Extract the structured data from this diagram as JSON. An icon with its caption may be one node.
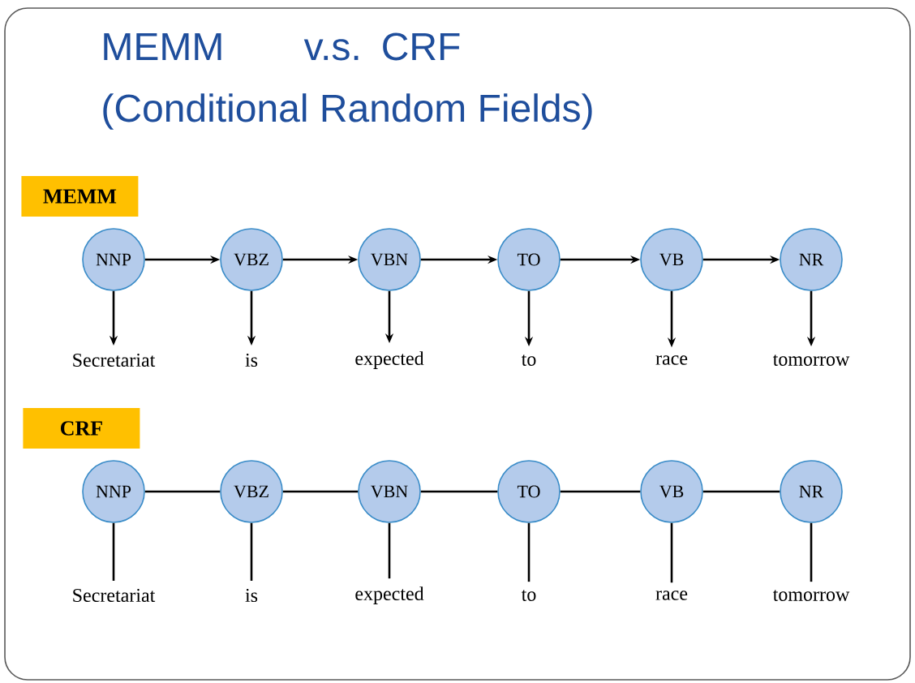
{
  "diagram": {
    "title": "MEMM v.s. CRF (Conditional Random Fields)",
    "nodes": [
      {
        "text": [
          "MEMM"
        ]
      },
      {
        "text": [
          "NNP"
        ]
      },
      {
        "text": [
          "VBZ"
        ]
      },
      {
        "text": [
          "VBN"
        ]
      },
      {
        "text": [
          "TO"
        ]
      },
      {
        "text": [
          "VB"
        ]
      },
      {
        "text": [
          "NR"
        ]
      },
      {
        "text": [
          "Secretariat"
        ]
      },
      {
        "text": [
          "is"
        ]
      },
      {
        "text": [
          "expected"
        ]
      },
      {
        "text": [
          "to"
        ]
      },
      {
        "text": [
          "race"
        ]
      },
      {
        "text": [
          "tomorrow"
        ]
      },
      {
        "text": [
          "CRF"
        ]
      },
      {
        "text": [
          "NNP"
        ]
      },
      {
        "text": [
          "VBZ"
        ]
      },
      {
        "text": [
          "VBN"
        ]
      },
      {
        "text": [
          "TO"
        ]
      },
      {
        "text": [
          "VB"
        ]
      },
      {
        "text": [
          "NR"
        ]
      },
      {
        "text": [
          "Secretariat"
        ]
      },
      {
        "text": [
          "is"
        ]
      },
      {
        "text": [
          "expected"
        ]
      },
      {
        "text": [
          "to"
        ]
      },
      {
        "text": [
          "race"
        ]
      },
      {
        "text": [
          "tomorrow"
        ]
      }
    ],
    "edges": [
      {
        "from": 1,
        "to": 2,
        "arrow": "to"
      },
      {
        "from": 2,
        "to": 3,
        "arrow": "to"
      },
      {
        "from": 3,
        "to": 4,
        "arrow": "to"
      },
      {
        "from": 4,
        "to": 5,
        "arrow": "to"
      },
      {
        "from": 5,
        "to": 6,
        "arrow": "to"
      },
      {
        "from": 1,
        "to": 7,
        "arrow": "to"
      },
      {
        "from": 2,
        "to": 8,
        "arrow": "to"
      },
      {
        "from": 3,
        "to": 9,
        "arrow": "to"
      },
      {
        "from": 4,
        "to": 10,
        "arrow": "to"
      },
      {
        "from": 5,
        "to": 11,
        "arrow": "to"
      },
      {
        "from": 6,
        "to": 12,
        "arrow": "to"
      },
      {
        "from": 14,
        "to": 15,
        "arrow": "none"
      },
      {
        "from": 15,
        "to": 16,
        "arrow": "none"
      },
      {
        "from": 16,
        "to": 17,
        "arrow": "none"
      },
      {
        "from": 17,
        "to": 18,
        "arrow": "none"
      },
      {
        "from": 18,
        "to": 19,
        "arrow": "none"
      },
      {
        "from": 14,
        "to": 20,
        "arrow": "none"
      },
      {
        "from": 15,
        "to": 21,
        "arrow": "none"
      },
      {
        "from": 16,
        "to": 22,
        "arrow": "none"
      },
      {
        "from": 17,
        "to": 23,
        "arrow": "none"
      },
      {
        "from": 18,
        "to": 24,
        "arrow": "none"
      },
      {
        "from": 19,
        "to": 25,
        "arrow": "none"
      }
    ]
  }
}
